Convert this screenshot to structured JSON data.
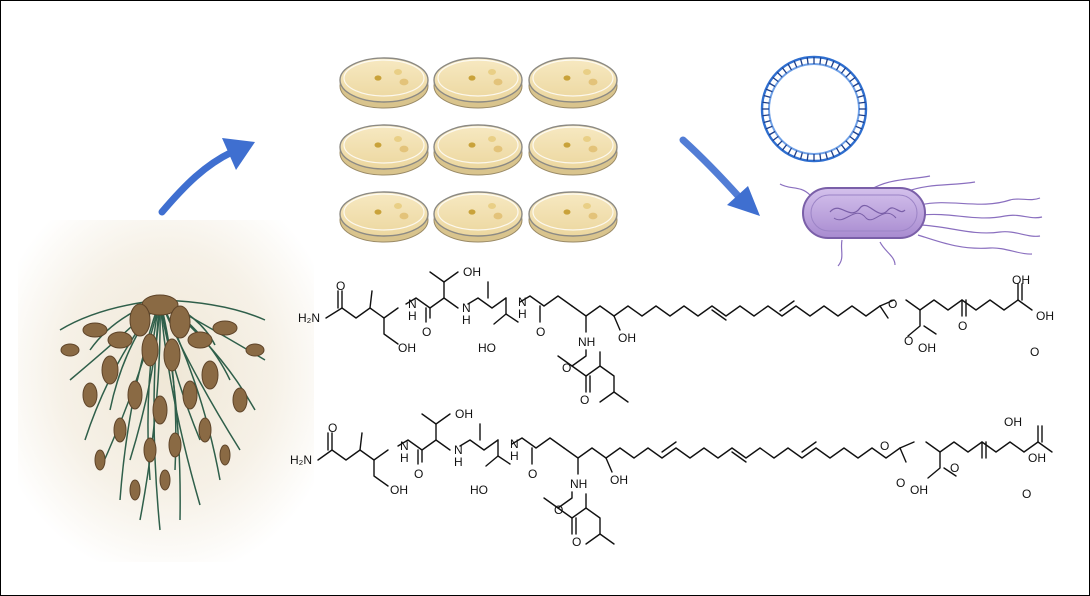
{
  "colors": {
    "arrow": "#3f6fd0",
    "root": "#7a5a3a",
    "dish_agar": "#f3e3b6",
    "dna": "#2f6fd0",
    "bacterium": "#b79ad8"
  },
  "icons": [
    "curved-arrow-icon",
    "root-illustration",
    "petri-dish-icon",
    "plasmid-icon",
    "bacterium-icon"
  ],
  "molecule_1": {
    "labels": [
      "OH",
      "O",
      "H2N",
      "OH",
      "N",
      "H",
      "O",
      "N",
      "H",
      "HO",
      "N",
      "H",
      "O",
      "OH",
      "NH",
      "O",
      "O",
      "O",
      "O",
      "OH",
      "O",
      "OH",
      "O",
      "OH"
    ]
  },
  "molecule_2": {
    "labels": [
      "OH",
      "O",
      "H2N",
      "OH",
      "N",
      "H",
      "O",
      "N",
      "H",
      "HO",
      "N",
      "H",
      "O",
      "OH",
      "NH",
      "O",
      "O",
      "O",
      "O",
      "OH",
      "O",
      "OH",
      "O",
      "OH"
    ]
  }
}
